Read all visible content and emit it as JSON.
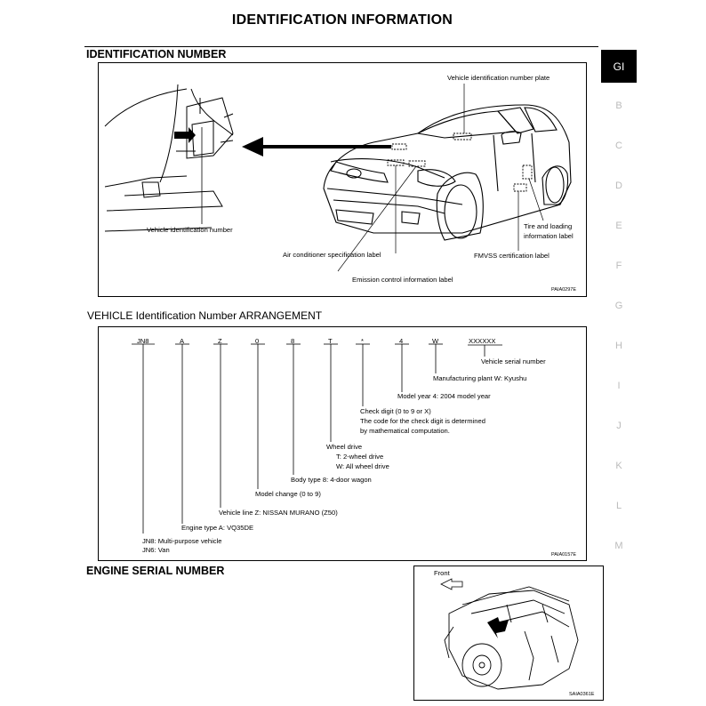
{
  "page_title": "IDENTIFICATION INFORMATION",
  "sections": {
    "id_number": {
      "title": "IDENTIFICATION NUMBER",
      "labels": {
        "vin_plate": "Vehicle identification number plate",
        "vin": "Vehicle identification number",
        "tire_label_1": "Tire and loading",
        "tire_label_2": "information label",
        "ac_label": "Air conditioner specification label",
        "fmvss_label": "FMVSS certification label",
        "emission_label": "Emission control information label"
      },
      "ref": "PAIA0297E"
    },
    "vin_arrangement": {
      "title": "VEHICLE Identification Number ARRANGEMENT",
      "codes": [
        "JN8",
        "A",
        "Z",
        "0",
        "8",
        "T",
        "*",
        "4",
        "W",
        "XXXXXX"
      ],
      "descriptions": {
        "serial": "Vehicle serial number",
        "plant": "Manufacturing plant   W: Kyushu",
        "year": "Model year   4: 2004 model year",
        "check_1": "Check digit (0 to 9 or X)",
        "check_2": "The code for the check digit is determined",
        "check_3": "by mathematical computation.",
        "drive_1": "Wheel drive",
        "drive_2": "T: 2-wheel drive",
        "drive_3": "W: All wheel drive",
        "body": "Body type   8: 4-door wagon",
        "model_change": "Model change (0 to 9)",
        "line": "Vehicle line   Z: NISSAN MURANO (Z50)",
        "engine": "Engine type   A: VQ35DE",
        "jn8": "JN8: Multi-purpose vehicle",
        "jn6": "JN6: Van"
      },
      "ref": "PAIA0157E"
    },
    "engine_serial": {
      "title": "ENGINE SERIAL NUMBER",
      "front": "Front",
      "ref": "SAIA0361E"
    }
  },
  "tabs": {
    "active": "GI",
    "items": [
      "B",
      "C",
      "D",
      "E",
      "F",
      "G",
      "H",
      "I",
      "J",
      "K",
      "L",
      "M"
    ]
  }
}
